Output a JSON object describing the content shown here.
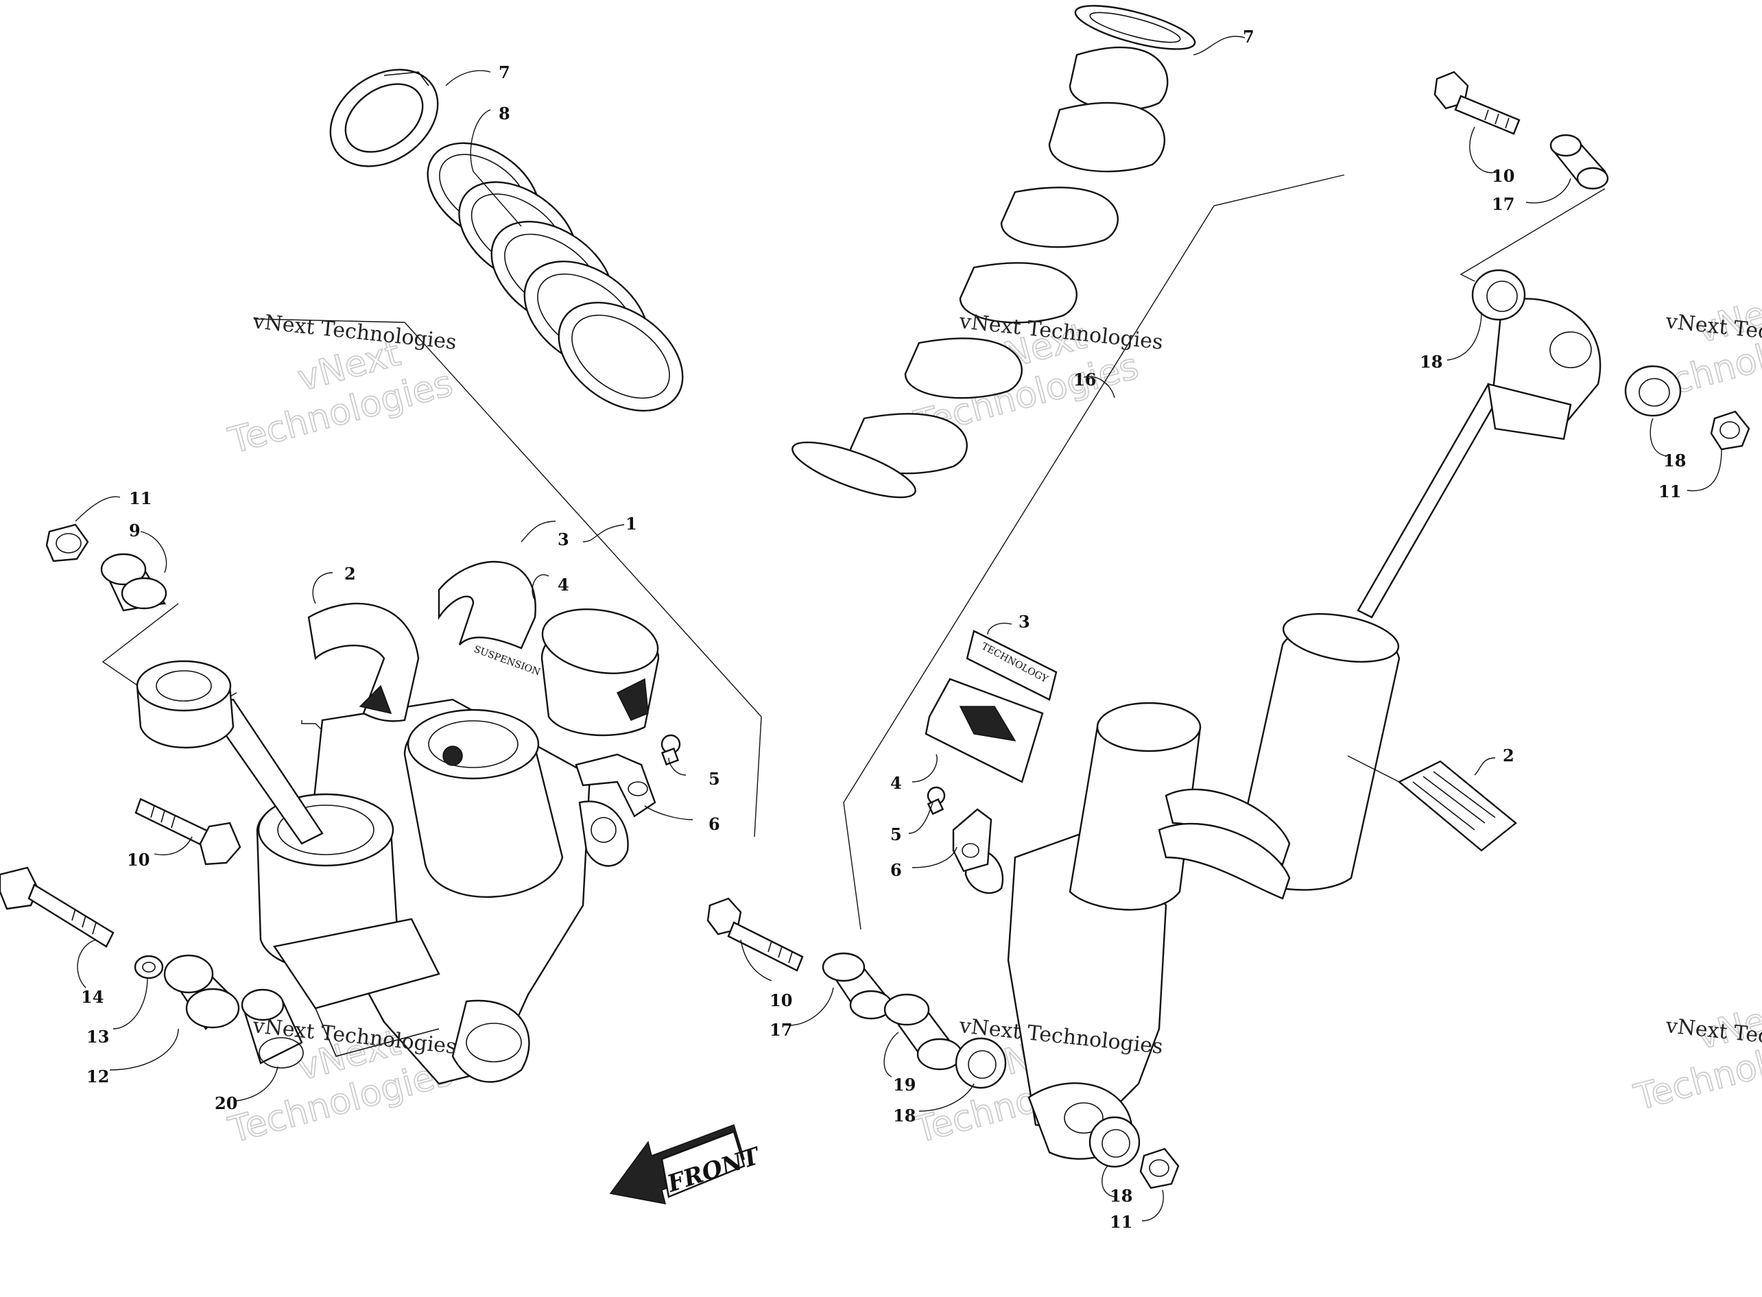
{
  "diagram": {
    "callouts": {
      "c1": "1",
      "c2L": "2",
      "c3L": "3",
      "c4L": "4",
      "c5L": "5",
      "c6L": "6",
      "c7L": "7",
      "c8": "8",
      "c9": "9",
      "c10L": "10",
      "c11L": "11",
      "c12": "12",
      "c13": "13",
      "c14": "14",
      "c17L": "17",
      "c18L": "18",
      "c19": "19",
      "c20": "20",
      "c7R": "7",
      "c10R": "10",
      "c17R": "17",
      "c18RA": "18",
      "c18RB": "18",
      "c11RA": "11",
      "c16": "16",
      "c3R": "3",
      "c4R": "4",
      "c5R": "5",
      "c6R": "6",
      "c2R": "2",
      "c18RC": "18",
      "c11RB": "11"
    },
    "front_arrow_label": "FRONT",
    "sticker_texts": {
      "suspension": "SUSPENSION",
      "technology": "TECHNOLOGY"
    },
    "watermarks": {
      "line1": "vNext Technologies",
      "line2a": "vNext",
      "line2b": "Technologies"
    }
  }
}
